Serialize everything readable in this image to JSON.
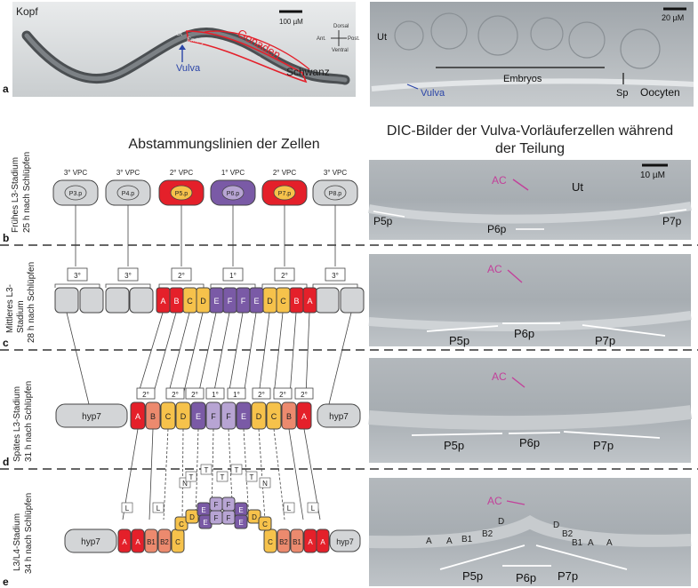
{
  "panel_a": {
    "kopf": "Kopf",
    "schwanz": "Schwanz",
    "vulva": "Vulva",
    "ut": "Ut",
    "embryos": "Embryos",
    "oocyten_small": "Oocyten",
    "gonaden": "Gonaden",
    "scale_100": "100 µM",
    "compass": {
      "dorsal": "Dorsal",
      "ventral": "Ventral",
      "ant": "Ant.",
      "post": "Post."
    },
    "letter": "a",
    "right": {
      "ut": "Ut",
      "embryos": "Embryos",
      "vulva": "Vulva",
      "sp": "Sp",
      "oocyten": "Oocyten",
      "scale_20": "20 µM"
    }
  },
  "headings": {
    "left": "Abstammungslinien der Zellen",
    "right_line1": "DIC-Bilder der Vulva-Vorläuferzellen während",
    "right_line2": "der Teilung"
  },
  "row_b": {
    "side1": "Frühes L3-Stadium",
    "side2": "25 h nach Schlüpfen",
    "letter": "b",
    "vpc_labels": [
      "3° VPC",
      "3° VPC",
      "2° VPC",
      "1° VPC",
      "2° VPC",
      "3° VPC"
    ],
    "cells": [
      "P3.p",
      "P4.p",
      "P5.p",
      "P6.p",
      "P7.p",
      "P8.p"
    ],
    "dic": {
      "ac": "AC",
      "ut": "Ut",
      "p5": "P5p",
      "p6": "P6p",
      "p7": "P7p",
      "scale": "10 µM"
    }
  },
  "row_c": {
    "side1": "Mittleres L3-",
    "side2": "Stadium",
    "side3": "28 h nach Schlüpfen",
    "letter": "c",
    "fates": [
      "3°",
      "3°",
      "2°",
      "1°",
      "2°",
      "3°"
    ],
    "cells": [
      "A",
      "B",
      "C",
      "D",
      "E",
      "F",
      "F",
      "E",
      "D",
      "C",
      "B",
      "A"
    ],
    "dic": {
      "ac": "AC",
      "p5": "P5p",
      "p6": "P6p",
      "p7": "P7p"
    }
  },
  "row_d": {
    "side1": "Spätes L3-Stadium",
    "side2": "31 h nach Schlüpfen",
    "letter": "d",
    "hyp_left": "hyp7",
    "hyp_right": "hyp7",
    "fates": [
      "2°",
      "2°",
      "2°",
      "1°",
      "1°",
      "2°",
      "2°",
      "2°"
    ],
    "cells": [
      "A",
      "B",
      "C",
      "D",
      "E",
      "F",
      "F",
      "E",
      "D",
      "C",
      "B",
      "A"
    ],
    "dic": {
      "ac": "AC",
      "p5": "P5p",
      "p6": "P6p",
      "p7": "P7p"
    }
  },
  "row_e": {
    "side1": "L3/L4-Stadium",
    "side2": "34 h nach Schlüpfen",
    "letter": "e",
    "hyp_left": "hyp7",
    "hyp_right": "hyp7",
    "orient": {
      "L": "L",
      "T": "T",
      "N": "N"
    },
    "cells": {
      "A": "A",
      "B1": "B1",
      "B2": "B2",
      "C": "C",
      "D": "D",
      "E": "E",
      "F": "F"
    },
    "dic": {
      "ac": "AC",
      "d": "D",
      "b1": "B1",
      "b2": "B2",
      "a": "A",
      "p5": "P5p",
      "p6": "P6p",
      "p7": "P7p"
    }
  },
  "colors": {
    "red": "#e4202a",
    "salmon": "#ec8a6e",
    "yellow": "#f6c24b",
    "purple": "#7a5aa6",
    "lilac": "#b7a4d3",
    "grey": "#d3d5d7",
    "magenta": "#c2409a",
    "blue": "#2b45a8"
  }
}
